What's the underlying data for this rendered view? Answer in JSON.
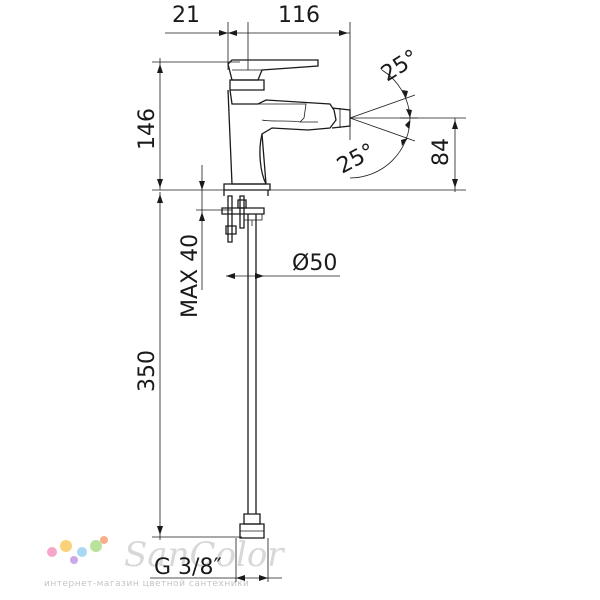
{
  "dimensions": {
    "d21": "21",
    "d116": "116",
    "d146": "146",
    "d84": "84",
    "d350": "350",
    "max40": "MAX  40",
    "dia50": "Ø50",
    "angle_top": "25°",
    "angle_bottom": "25°",
    "thread": "G 3/8″"
  },
  "watermark": {
    "brand": "SanColor",
    "tagline": "интернет-магазин цветной сантехники",
    "dot_colors": [
      "#f6a6c8",
      "#f9d27a",
      "#a9d8f2",
      "#b9e39c",
      "#c9a9e8",
      "#f7b08a"
    ]
  },
  "colors": {
    "line": "#1a1a1a",
    "background": "#ffffff"
  }
}
